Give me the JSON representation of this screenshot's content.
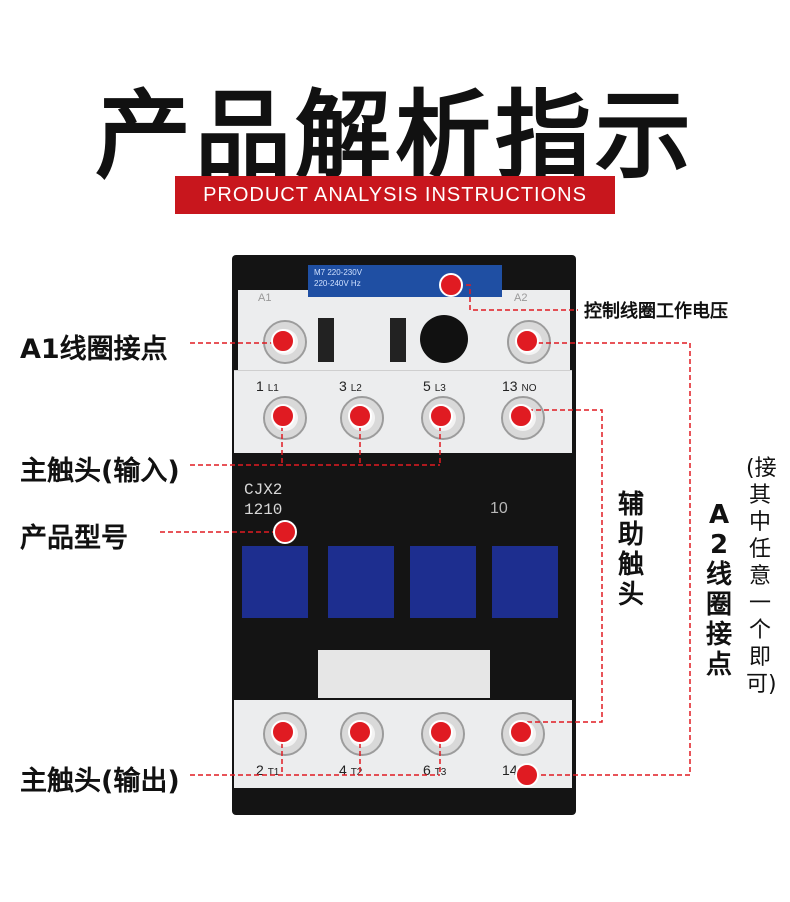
{
  "title": "产品解析指示",
  "subtitle": "PRODUCT ANALYSIS INSTRUCTIONS",
  "accent_color": "#c8161d",
  "callouts": {
    "coil_voltage": "控制线圈工作电压",
    "a1_contact": "A1线圈接点",
    "main_input": "主触头(输入)",
    "model": "产品型号",
    "main_output": "主触头(输出)",
    "aux_contact": "辅助触头",
    "a2_contact": "A2线圈接点",
    "a2_note": "(接其中任意一个即可)"
  },
  "device": {
    "voltage_line1": "M7  220-230V",
    "voltage_line2": "220-240V   Hz",
    "model_line1": "CJX2",
    "model_line2": "1210",
    "aux_code": "10",
    "top_labels": [
      {
        "num": "1",
        "sub": "L1"
      },
      {
        "num": "3",
        "sub": "L2"
      },
      {
        "num": "5",
        "sub": "L3"
      },
      {
        "num": "13",
        "sub": "NO"
      }
    ],
    "bottom_labels": [
      {
        "num": "2",
        "sub": "T1"
      },
      {
        "num": "4",
        "sub": "T2"
      },
      {
        "num": "6",
        "sub": "T3"
      },
      {
        "num": "14",
        "sub": "O"
      }
    ],
    "coil_labels": {
      "a1": "A1",
      "a2": "A2"
    }
  }
}
